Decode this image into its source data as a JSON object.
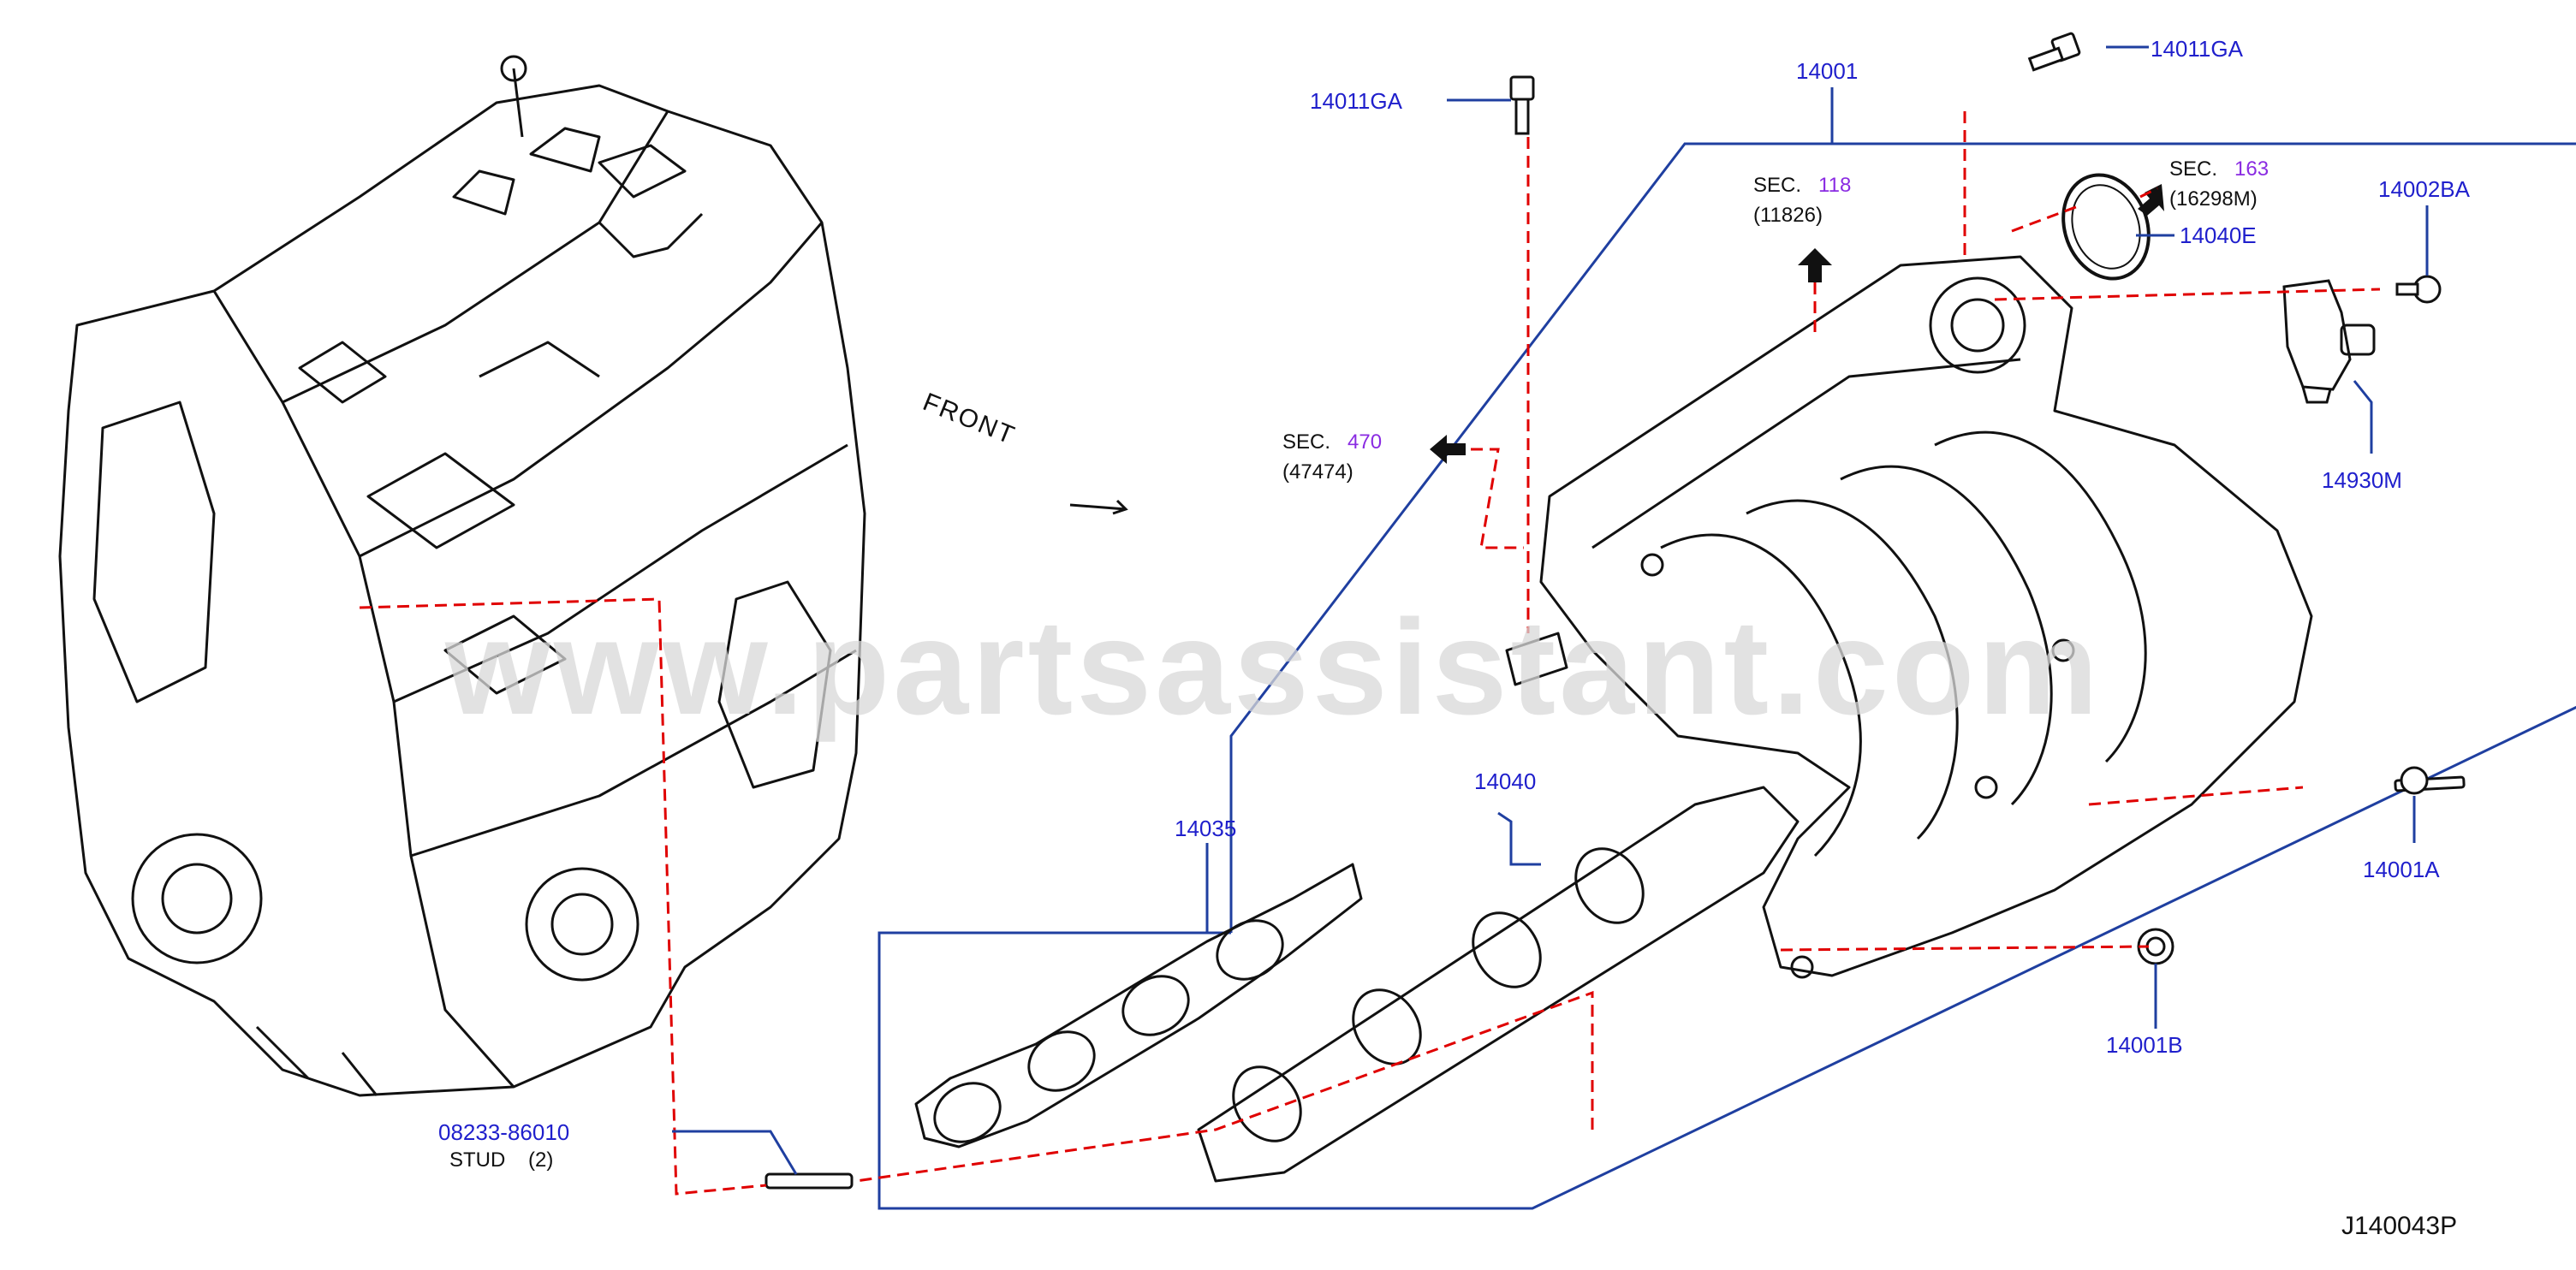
{
  "watermark": "www.partsassistant.com",
  "diagram_id": "J140043P",
  "front_label": "FRONT",
  "colors": {
    "callout": "#1f1fcc",
    "section_number": "#8a2be2",
    "dashed_leader": "#e00000",
    "frame": "#1f3fa0",
    "outline": "#111111"
  },
  "parts": [
    {
      "id": "14001",
      "label": "14001"
    },
    {
      "id": "14011GA_a",
      "label": "14011GA"
    },
    {
      "id": "14011GA_b",
      "label": "14011GA"
    },
    {
      "id": "14040E",
      "label": "14040E"
    },
    {
      "id": "14002BA",
      "label": "14002BA"
    },
    {
      "id": "14930M",
      "label": "14930M"
    },
    {
      "id": "14040",
      "label": "14040"
    },
    {
      "id": "14035",
      "label": "14035"
    },
    {
      "id": "14001A",
      "label": "14001A"
    },
    {
      "id": "14001B",
      "label": "14001B"
    },
    {
      "id": "stud",
      "label": "08233-86010",
      "note": "STUD",
      "qty": "(2)"
    }
  ],
  "sections": [
    {
      "id": "s118",
      "prefix": "SEC.",
      "number": "118",
      "ref": "(11826)"
    },
    {
      "id": "s163",
      "prefix": "SEC.",
      "number": "163",
      "ref": "(16298M)"
    },
    {
      "id": "s470",
      "prefix": "SEC.",
      "number": "470",
      "ref": "(47474)"
    }
  ]
}
